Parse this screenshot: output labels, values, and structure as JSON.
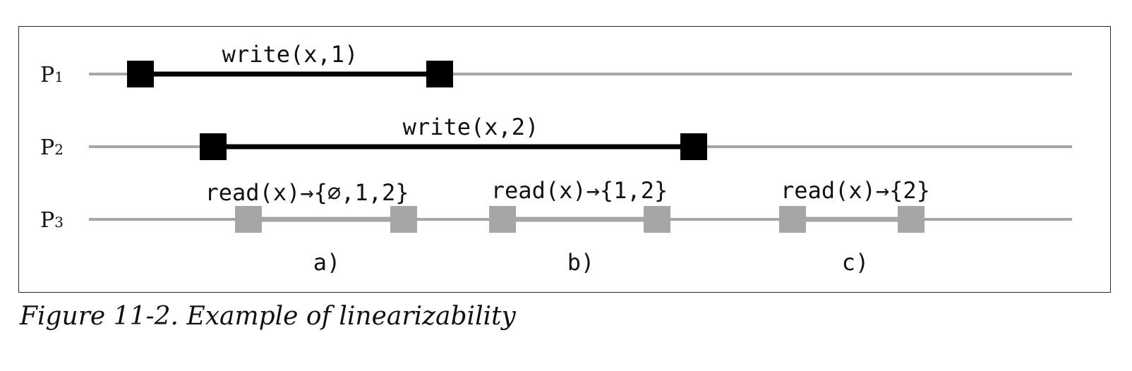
{
  "diagram": {
    "processes": [
      {
        "id": "p1",
        "letter": "P",
        "index": "1"
      },
      {
        "id": "p2",
        "letter": "P",
        "index": "2"
      },
      {
        "id": "p3",
        "letter": "P",
        "index": "3"
      }
    ],
    "operations": {
      "write_x1": "write(x,1)",
      "write_x2": "write(x,2)",
      "read_a": "read(x)→{∅,1,2}",
      "read_b": "read(x)→{1,2}",
      "read_c": "read(x)→{2}"
    },
    "parts": {
      "a": "a)",
      "b": "b)",
      "c": "c)"
    },
    "colors": {
      "write_op": "#000000",
      "read_op": "#a6a6a6",
      "timeline": "#a6a6a6"
    }
  },
  "caption": "Figure 11-2. Example of linearizability"
}
